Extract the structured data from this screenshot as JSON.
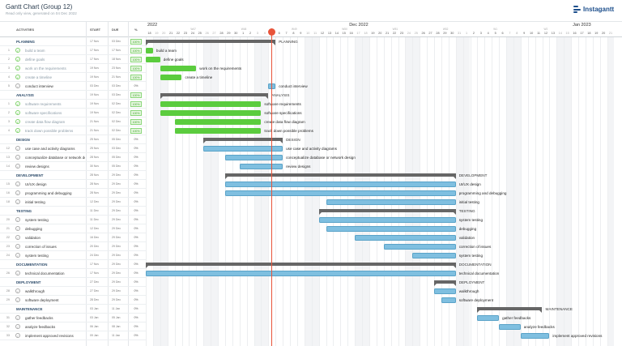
{
  "header": {
    "title": "Gantt Chart (Group 12)",
    "subtitle": "Read only view, generated on 04 Dec 2022",
    "logo_text": "Instagantt"
  },
  "columns": {
    "activities": "ACTIVITIES",
    "start": "START",
    "due": "DUE",
    "pct": "%"
  },
  "timeline": {
    "months": [
      {
        "label": "2022",
        "col": 0
      },
      {
        "label": "Dec 2022",
        "col": 28
      },
      {
        "label": "Jan 2023",
        "col": 59
      }
    ],
    "weeks": [
      {
        "label": "W47",
        "col": 6
      },
      {
        "label": "W48",
        "col": 13
      },
      {
        "label": "W49",
        "col": 20
      },
      {
        "label": "W50",
        "col": 27
      },
      {
        "label": "W51",
        "col": 34
      },
      {
        "label": "W52",
        "col": 41
      },
      {
        "label": "W1",
        "col": 48
      },
      {
        "label": "W2",
        "col": 55
      }
    ],
    "days": [
      "18",
      "19",
      "20",
      "21",
      "22",
      "23",
      "24",
      "25",
      "26",
      "27",
      "28",
      "29",
      "30",
      "1",
      "2",
      "3",
      "4",
      "5",
      "6",
      "7",
      "8",
      "9",
      "10",
      "11",
      "12",
      "13",
      "14",
      "15",
      "16",
      "17",
      "18",
      "19",
      "20",
      "21",
      "22",
      "23",
      "24",
      "25",
      "26",
      "27",
      "28",
      "29",
      "30",
      "31",
      "1",
      "2",
      "3",
      "4",
      "5",
      "6",
      "7",
      "8",
      "9",
      "10",
      "11",
      "12",
      "13",
      "14",
      "15",
      "16",
      "17",
      "18",
      "19",
      "20",
      "21"
    ],
    "weekend_cols": [
      1,
      2,
      8,
      9,
      15,
      16,
      22,
      23,
      29,
      30,
      36,
      37,
      43,
      44,
      50,
      51,
      57,
      58,
      64
    ],
    "today_col": 17
  },
  "rows": [
    {
      "type": "group",
      "name": "PLANNING",
      "start": "17 Nov",
      "due": "03 Dec",
      "pct": "100%",
      "full": true,
      "bar": [
        0,
        18
      ],
      "label": "PLANNING"
    },
    {
      "type": "task",
      "num": "1",
      "name": "build a team",
      "start": "17 Nov",
      "due": "17 Nov",
      "pct": "100%",
      "done": true,
      "full": true,
      "color": "g",
      "bar": [
        0,
        1
      ],
      "label": "build a team"
    },
    {
      "type": "task",
      "num": "2",
      "name": "define goals",
      "start": "17 Nov",
      "due": "18 Nov",
      "pct": "100%",
      "done": true,
      "full": true,
      "color": "g",
      "bar": [
        0,
        2
      ],
      "label": "define goals"
    },
    {
      "type": "task",
      "num": "3",
      "name": "work on the requirements",
      "start": "19 Nov",
      "due": "23 Nov",
      "pct": "100%",
      "done": true,
      "full": true,
      "color": "g",
      "bar": [
        2,
        7
      ],
      "label": "work on the requirements"
    },
    {
      "type": "task",
      "num": "4",
      "name": "create a timeline",
      "start": "19 Nov",
      "due": "21 Nov",
      "pct": "100%",
      "done": true,
      "full": true,
      "color": "g",
      "bar": [
        2,
        5
      ],
      "label": "create a timeline"
    },
    {
      "type": "task",
      "num": "5",
      "name": "conduct interview",
      "start": "03 Dec",
      "due": "03 Dec",
      "pct": "0%",
      "done": false,
      "full": false,
      "color": "b",
      "bar": [
        17,
        18
      ],
      "label": "conduct interview"
    },
    {
      "type": "group",
      "name": "ANALYSIS",
      "start": "19 Nov",
      "due": "03 Dec",
      "pct": "100%",
      "full": true,
      "bar": [
        2,
        17
      ],
      "label": "ANALYSIS"
    },
    {
      "type": "task",
      "num": "1",
      "name": "software requirements",
      "start": "19 Nov",
      "due": "02 Dec",
      "pct": "100%",
      "done": true,
      "full": true,
      "color": "g",
      "bar": [
        2,
        16
      ],
      "label": "software requirements"
    },
    {
      "type": "task",
      "num": "2",
      "name": "software specifications",
      "start": "19 Nov",
      "due": "02 Dec",
      "pct": "100%",
      "done": true,
      "full": true,
      "color": "g",
      "bar": [
        2,
        16
      ],
      "label": "software specifications"
    },
    {
      "type": "task",
      "num": "3",
      "name": "create data flow diagram",
      "start": "21 Nov",
      "due": "02 Dec",
      "pct": "100%",
      "done": true,
      "full": true,
      "color": "g",
      "bar": [
        4,
        16
      ],
      "label": "create data flow diagram"
    },
    {
      "type": "task",
      "num": "4",
      "name": "track down possible problems",
      "start": "21 Nov",
      "due": "02 Dec",
      "pct": "100%",
      "done": true,
      "full": true,
      "color": "g",
      "bar": [
        4,
        16
      ],
      "label": "track down possible problems"
    },
    {
      "type": "group",
      "name": "DESIGN",
      "start": "25 Nov",
      "due": "05 Dec",
      "pct": "0%",
      "full": false,
      "bar": [
        8,
        19
      ],
      "label": "DESIGN"
    },
    {
      "type": "task",
      "num": "12",
      "name": "use case and activity diagrams",
      "start": "25 Nov",
      "due": "03 Dec",
      "pct": "0%",
      "done": false,
      "full": false,
      "color": "b",
      "bar": [
        8,
        19
      ],
      "label": "use case and activity diagrams"
    },
    {
      "type": "task",
      "num": "13",
      "name": "conceptualize database or network design",
      "start": "28 Nov",
      "due": "05 Dec",
      "pct": "0%",
      "done": false,
      "full": false,
      "color": "b",
      "bar": [
        11,
        19
      ],
      "label": "conceptualize database or network design"
    },
    {
      "type": "task",
      "num": "14",
      "name": "review designs",
      "start": "30 Nov",
      "due": "05 Dec",
      "pct": "0%",
      "done": false,
      "full": false,
      "color": "b",
      "bar": [
        13,
        19
      ],
      "label": "review designs"
    },
    {
      "type": "group",
      "name": "DEVELOPMENT",
      "start": "28 Nov",
      "due": "29 Dec",
      "pct": "0%",
      "full": false,
      "bar": [
        11,
        43
      ],
      "label": "DEVELOPMENT"
    },
    {
      "type": "task",
      "num": "15",
      "name": "UI/UX design",
      "start": "28 Nov",
      "due": "29 Dec",
      "pct": "0%",
      "done": false,
      "full": false,
      "color": "b",
      "bar": [
        11,
        43
      ],
      "label": "UI/UX design"
    },
    {
      "type": "task",
      "num": "16",
      "name": "programming and debugging",
      "start": "28 Nov",
      "due": "29 Dec",
      "pct": "0%",
      "done": false,
      "full": false,
      "color": "b",
      "bar": [
        11,
        43
      ],
      "label": "programming and debugging"
    },
    {
      "type": "task",
      "num": "18",
      "name": "initial testing",
      "start": "12 Dec",
      "due": "29 Dec",
      "pct": "0%",
      "done": false,
      "full": false,
      "color": "b",
      "bar": [
        25,
        43
      ],
      "label": "initial testing"
    },
    {
      "type": "group",
      "name": "TESTING",
      "start": "11 Dec",
      "due": "29 Dec",
      "pct": "0%",
      "full": false,
      "bar": [
        24,
        43
      ],
      "label": "TESTING"
    },
    {
      "type": "task",
      "num": "20",
      "name": "system testing",
      "start": "11 Dec",
      "due": "29 Dec",
      "pct": "0%",
      "done": false,
      "full": false,
      "color": "b",
      "bar": [
        24,
        43
      ],
      "label": "system testing"
    },
    {
      "type": "task",
      "num": "21",
      "name": "debugging",
      "start": "12 Dec",
      "due": "29 Dec",
      "pct": "0%",
      "done": false,
      "full": false,
      "color": "b",
      "bar": [
        25,
        43
      ],
      "label": "debugging"
    },
    {
      "type": "task",
      "num": "22",
      "name": "validation",
      "start": "16 Dec",
      "due": "29 Dec",
      "pct": "0%",
      "done": false,
      "full": false,
      "color": "b",
      "bar": [
        29,
        43
      ],
      "label": "validation"
    },
    {
      "type": "task",
      "num": "23",
      "name": "correction of issues",
      "start": "20 Dec",
      "due": "29 Dec",
      "pct": "0%",
      "done": false,
      "full": false,
      "color": "b",
      "bar": [
        33,
        43
      ],
      "label": "correction of issues"
    },
    {
      "type": "task",
      "num": "24",
      "name": "system testing",
      "start": "24 Dec",
      "due": "29 Dec",
      "pct": "0%",
      "done": false,
      "full": false,
      "color": "b",
      "bar": [
        37,
        43
      ],
      "label": "system testing"
    },
    {
      "type": "group",
      "name": "DOCUMENTATION",
      "start": "17 Nov",
      "due": "29 Dec",
      "pct": "0%",
      "full": false,
      "bar": [
        0,
        43
      ],
      "label": "DOCUMENTATION"
    },
    {
      "type": "task",
      "num": "26",
      "name": "technical documentation",
      "start": "17 Nov",
      "due": "29 Dec",
      "pct": "0%",
      "done": false,
      "full": false,
      "color": "b",
      "bar": [
        0,
        43
      ],
      "label": "technical documentation"
    },
    {
      "type": "group",
      "name": "DEPLOYMENT",
      "start": "27 Dec",
      "due": "29 Dec",
      "pct": "0%",
      "full": false,
      "bar": [
        40,
        43
      ],
      "label": "DEPLOYMENT"
    },
    {
      "type": "task",
      "num": "28",
      "name": "walkthrough",
      "start": "27 Dec",
      "due": "29 Dec",
      "pct": "0%",
      "done": false,
      "full": false,
      "color": "b",
      "bar": [
        40,
        43
      ],
      "label": "walkthrough"
    },
    {
      "type": "task",
      "num": "29",
      "name": "software deployment",
      "start": "28 Dec",
      "due": "29 Dec",
      "pct": "0%",
      "done": false,
      "full": false,
      "color": "b",
      "bar": [
        41,
        43
      ],
      "label": "software deployment"
    },
    {
      "type": "group",
      "name": "MAINTENANCE",
      "start": "03 Jan",
      "due": "11 Jan",
      "pct": "0%",
      "full": false,
      "bar": [
        46,
        55
      ],
      "label": "MAINTENANCE"
    },
    {
      "type": "task",
      "num": "31",
      "name": "gather feedbacks",
      "start": "03 Jan",
      "due": "05 Jan",
      "pct": "0%",
      "done": false,
      "full": false,
      "color": "b",
      "bar": [
        46,
        49
      ],
      "label": "gather feedbacks"
    },
    {
      "type": "task",
      "num": "32",
      "name": "analyze feedbacks",
      "start": "06 Jan",
      "due": "08 Jan",
      "pct": "0%",
      "done": false,
      "full": false,
      "color": "b",
      "bar": [
        49,
        52
      ],
      "label": "analyze feedbacks"
    },
    {
      "type": "task",
      "num": "33",
      "name": "implement approved revisions",
      "start": "09 Jan",
      "due": "11 Jan",
      "pct": "0%",
      "done": false,
      "full": false,
      "color": "b",
      "bar": [
        52,
        56
      ],
      "label": "implement approved revisions"
    }
  ]
}
